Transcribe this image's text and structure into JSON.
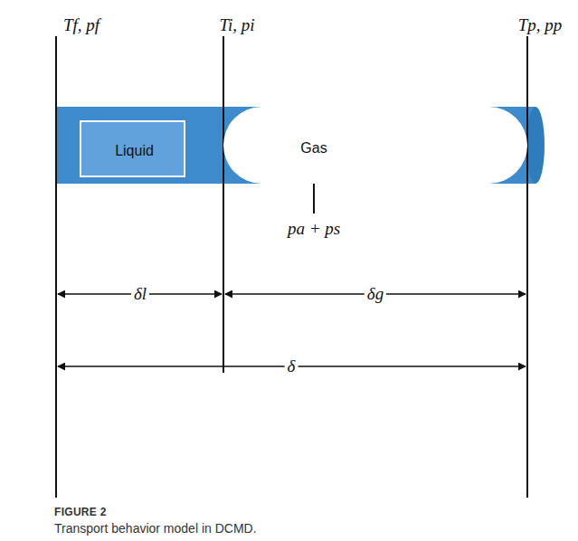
{
  "diagram": {
    "caption": "Transport behavior model in DCMD.",
    "nodes": [
      {
        "text": [
          "Liquid"
        ]
      },
      {
        "text": [
          "Gas"
        ]
      }
    ],
    "labels": [
      "Tf, pf",
      "Ti, pi",
      "Tp, pp",
      "pa + ps",
      "δl",
      "δg",
      "δ",
      "FIGURE 2"
    ]
  }
}
